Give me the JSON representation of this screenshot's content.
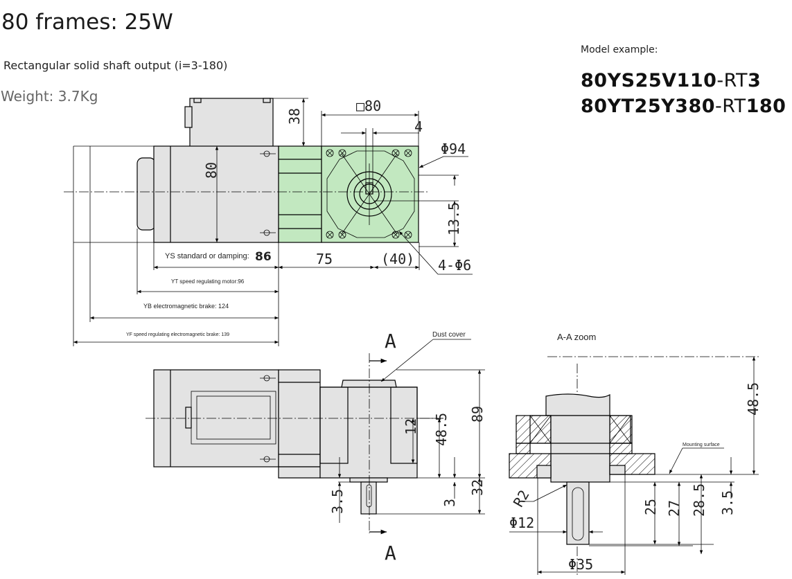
{
  "header": {
    "title": "80 frames: 25W",
    "subtitle": "Rectangular solid shaft output (i=3-180)",
    "weight": "Weight: 3.7Kg"
  },
  "model_example": {
    "label": "Model example:",
    "model_1": {
      "prefix": "80YS25V110",
      "dash": "-",
      "mid": "RT",
      "suffix": "3"
    },
    "model_2": {
      "prefix": "80YT25Y380",
      "dash": "-",
      "mid": "RT",
      "suffix": "180"
    }
  },
  "top_view": {
    "dim_top_height": "38",
    "dim_square": "□80",
    "dim_keyway": "4",
    "dim_flange_dia": "Φ94",
    "dim_body_height": "80",
    "dim_offset": "13.5",
    "dim_gear_length": "75",
    "dim_flange_length": "(40)",
    "dim_holes": "4-Φ6",
    "ys_label": "YS standard or damping:",
    "ys_value": "86",
    "yt_label": "YT speed regulating motor:96",
    "yb_label": "YB electromagnetic brake: 124",
    "yf_label": "YF speed regulating electromagnetic brake: 139"
  },
  "side_view": {
    "section_mark_top": "A",
    "section_mark_bottom": "A",
    "dust_cover": "Dust cover",
    "dim_12": "12",
    "dim_48_5": "48.5",
    "dim_89": "89",
    "dim_3_5": "3.5",
    "dim_3": "3",
    "dim_32": "32"
  },
  "section_view": {
    "title": "A-A zoom",
    "mounting_surface": "Mounting surface",
    "dim_48_5": "48.5",
    "dim_r2": "R2",
    "dim_shaft_dia": "Φ12",
    "dim_boss_dia": "Φ35",
    "dim_25": "25",
    "dim_27": "27",
    "dim_28_5": "28.5",
    "dim_3_5": "3.5"
  },
  "colors": {
    "motor_body": "#e3e3e3",
    "gearhead": "#c2e8c0",
    "hatch": "#000000"
  }
}
